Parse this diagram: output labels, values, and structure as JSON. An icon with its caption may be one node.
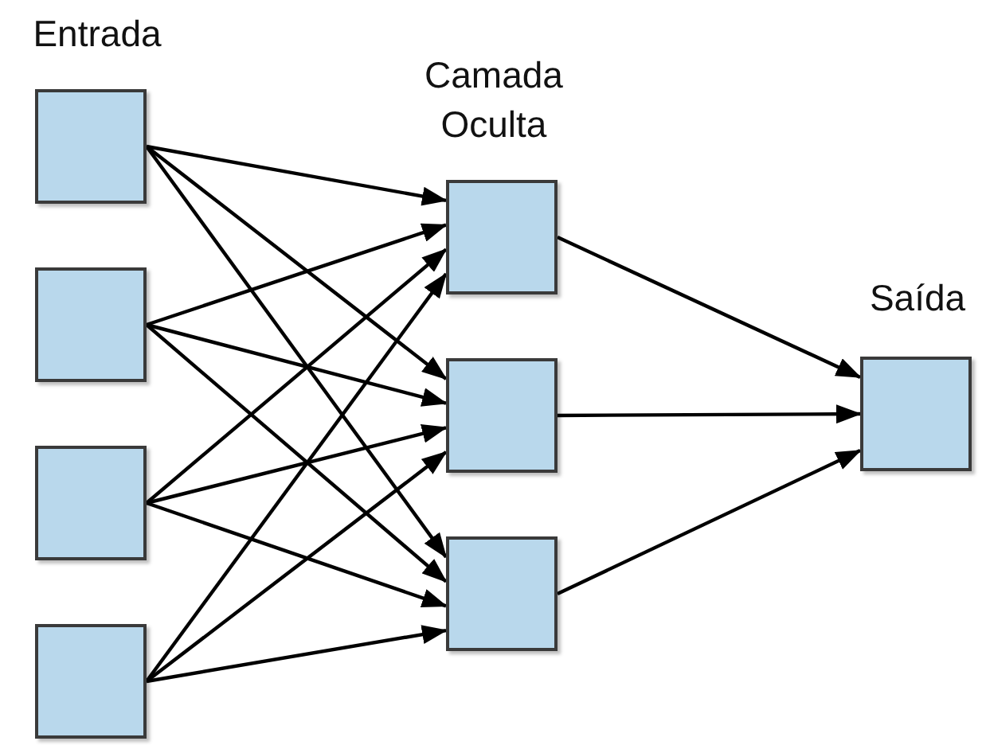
{
  "diagram": {
    "nodes": [
      {
        "text": [],
        "shape": "box"
      },
      {
        "text": [],
        "shape": "box"
      },
      {
        "text": [],
        "shape": "box"
      },
      {
        "text": [],
        "shape": "box"
      },
      {
        "text": [],
        "shape": "box"
      },
      {
        "text": [],
        "shape": "box"
      },
      {
        "text": [],
        "shape": "box"
      },
      {
        "text": [],
        "shape": "box"
      }
    ],
    "edges": [
      {
        "from": 0,
        "to": 4,
        "arrow": "to"
      },
      {
        "from": 0,
        "to": 5,
        "arrow": "to"
      },
      {
        "from": 0,
        "to": 6,
        "arrow": "to"
      },
      {
        "from": 1,
        "to": 4,
        "arrow": "to"
      },
      {
        "from": 1,
        "to": 5,
        "arrow": "to"
      },
      {
        "from": 1,
        "to": 6,
        "arrow": "to"
      },
      {
        "from": 2,
        "to": 4,
        "arrow": "to"
      },
      {
        "from": 2,
        "to": 5,
        "arrow": "to"
      },
      {
        "from": 2,
        "to": 6,
        "arrow": "to"
      },
      {
        "from": 3,
        "to": 4,
        "arrow": "to"
      },
      {
        "from": 3,
        "to": 5,
        "arrow": "to"
      },
      {
        "from": 3,
        "to": 6,
        "arrow": "to"
      },
      {
        "from": 4,
        "to": 7,
        "arrow": "to"
      },
      {
        "from": 5,
        "to": 7,
        "arrow": "to"
      },
      {
        "from": 6,
        "to": 7,
        "arrow": "to"
      }
    ],
    "labels": [
      "Entrada",
      "Camada Oculta",
      "Saída"
    ]
  }
}
